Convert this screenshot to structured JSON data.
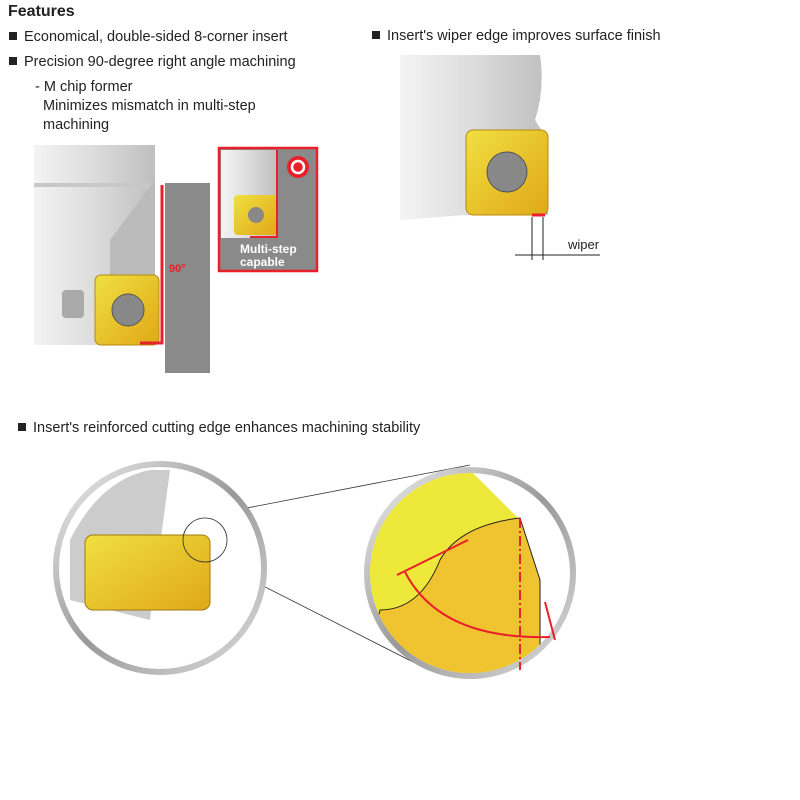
{
  "title": "Features",
  "features": [
    "Economical, double-sided 8-corner insert",
    "Precision 90-degree right angle machining"
  ],
  "sub_feature": {
    "line1": "- M chip former",
    "line2": "Minimizes mismatch in multi-step",
    "line3": "machining"
  },
  "figure1": {
    "angle_label": "90°",
    "inset_label_1": "Multi-step",
    "inset_label_2": "capable"
  },
  "wiper_feature": "Insert's wiper edge improves surface finish",
  "figure2": {
    "wiper_label": "wiper"
  },
  "stability_feature": "Insert's reinforced cutting edge enhances machining stability",
  "colors": {
    "accent_red": "#e8202a",
    "insert_gold": "#e8b820",
    "workpiece_gray": "#8a8a8a"
  }
}
